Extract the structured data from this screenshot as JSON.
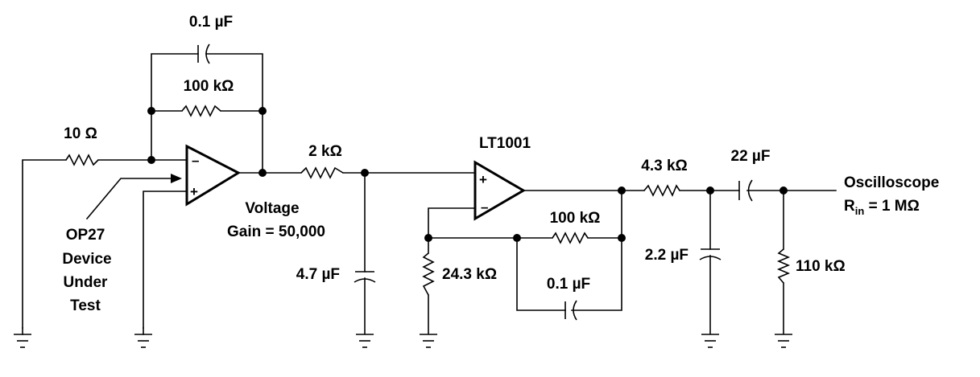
{
  "components": {
    "c_fb1": "0.1 µF",
    "r_fb1": "100 kΩ",
    "r_in": "10 Ω",
    "r_mid": "2 kΩ",
    "c_filter1": "4.7 µF",
    "opamp2": "LT1001",
    "r_fb2": "100 kΩ",
    "r_gnd2": "24.3 kΩ",
    "c_fb2": "0.1 µF",
    "r_out": "4.3 kΩ",
    "c_filter2": "2.2 µF",
    "c_coupling": "22 µF",
    "r_load": "110 kΩ"
  },
  "labels": {
    "gain_line1": "Voltage",
    "gain_line2": "Gain = 50,000",
    "dut_line1": "OP27",
    "dut_line2": "Device",
    "dut_line3": "Under",
    "dut_line4": "Test",
    "scope_line1": "Oscilloscope",
    "scope_rin_main": "R",
    "scope_rin_sub": "in",
    "scope_rin_value": " = 1 MΩ"
  },
  "signs": {
    "minus": "–",
    "plus": "+"
  }
}
